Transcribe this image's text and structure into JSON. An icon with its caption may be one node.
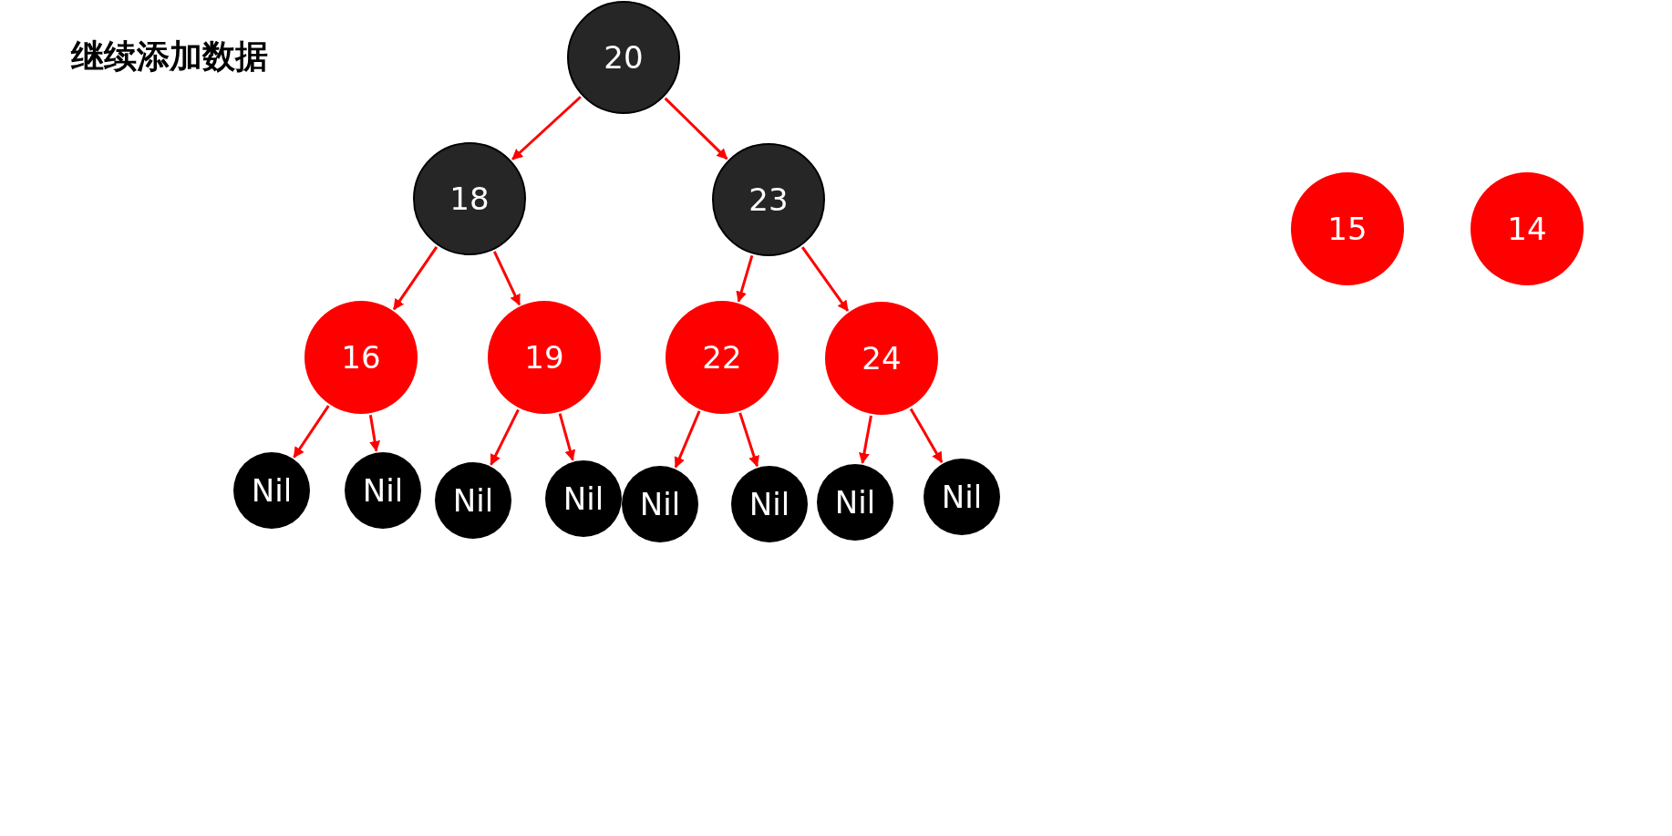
{
  "diagram": {
    "title": "继续添加数据",
    "nodes": [
      {
        "text": [
          "20"
        ]
      },
      {
        "text": [
          "18"
        ]
      },
      {
        "text": [
          "23"
        ]
      },
      {
        "text": [
          "16"
        ]
      },
      {
        "text": [
          "19"
        ]
      },
      {
        "text": [
          "22"
        ]
      },
      {
        "text": [
          "24"
        ]
      },
      {
        "text": [
          "Nil"
        ]
      },
      {
        "text": [
          "Nil"
        ]
      },
      {
        "text": [
          "Nil"
        ]
      },
      {
        "text": [
          "Nil"
        ]
      },
      {
        "text": [
          "Nil"
        ]
      },
      {
        "text": [
          "Nil"
        ]
      },
      {
        "text": [
          "Nil"
        ]
      },
      {
        "text": [
          "Nil"
        ]
      },
      {
        "text": [
          "15"
        ]
      },
      {
        "text": [
          "14"
        ]
      }
    ],
    "edges": [
      {
        "from": 0,
        "to": 1,
        "arrow": "to"
      },
      {
        "from": 0,
        "to": 2,
        "arrow": "to"
      },
      {
        "from": 1,
        "to": 3,
        "arrow": "to"
      },
      {
        "from": 1,
        "to": 4,
        "arrow": "to"
      },
      {
        "from": 2,
        "to": 5,
        "arrow": "to"
      },
      {
        "from": 2,
        "to": 6,
        "arrow": "to"
      },
      {
        "from": 3,
        "to": 7,
        "arrow": "to"
      },
      {
        "from": 3,
        "to": 8,
        "arrow": "to"
      },
      {
        "from": 4,
        "to": 9,
        "arrow": "to"
      },
      {
        "from": 4,
        "to": 10,
        "arrow": "to"
      },
      {
        "from": 5,
        "to": 11,
        "arrow": "to"
      },
      {
        "from": 5,
        "to": 12,
        "arrow": "to"
      },
      {
        "from": 6,
        "to": 13,
        "arrow": "to"
      },
      {
        "from": 6,
        "to": 14,
        "arrow": "to"
      }
    ]
  }
}
